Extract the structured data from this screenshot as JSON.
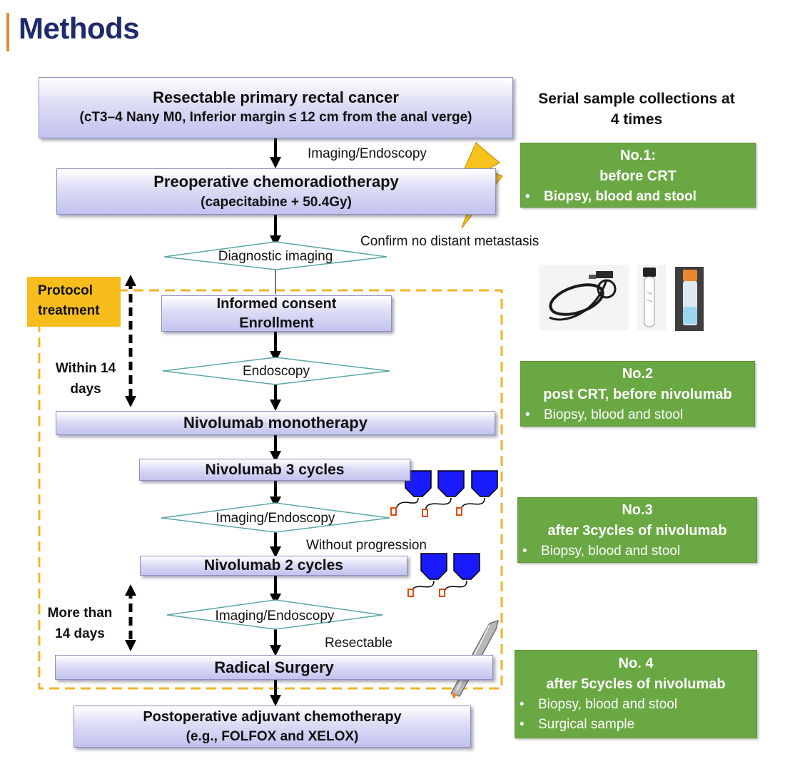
{
  "page": {
    "title": "Methods"
  },
  "flow": {
    "box1": {
      "line1": "Resectable primary rectal cancer",
      "line2": "(cT3–4 Nany M0, Inferior margin ≤ 12 cm from the anal verge)"
    },
    "label_imaging1": "Imaging/Endoscopy",
    "box2": {
      "line1": "Preoperative chemoradiotherapy",
      "line2": "(capecitabine + 50.4Gy)"
    },
    "label_confirm": "Confirm no distant metastasis",
    "diamond1": "Diagnostic imaging",
    "protocol": "Protocol treatment",
    "box3": {
      "line1": "Informed consent",
      "line2": "Enrollment"
    },
    "diamond2": "Endoscopy",
    "within": "Within 14 days",
    "box4": "Nivolumab monotherapy",
    "box5": "Nivolumab 3 cycles",
    "diamond3": "Imaging/Endoscopy",
    "label_without": "Without progression",
    "box6": "Nivolumab 2 cycles",
    "more_than": "More than 14 days",
    "diamond4": "Imaging/Endoscopy",
    "label_resectable": "Resectable",
    "box7": "Radical Surgery",
    "box8": {
      "line1": "Postoperative adjuvant chemotherapy",
      "line2": "(e.g., FOLFOX and XELOX)"
    }
  },
  "samples": {
    "header": "Serial sample collections at 4 times",
    "no1": {
      "title": "No.1:",
      "subtitle": "before CRT",
      "items": [
        "Biopsy, blood and stool"
      ]
    },
    "no2": {
      "title": "No.2",
      "subtitle": "post CRT, before nivolumab",
      "items": [
        "Biopsy, blood and stool"
      ]
    },
    "no3": {
      "title": "No.3",
      "subtitle": "after 3cycles of nivolumab",
      "items": [
        "Biopsy, blood and stool"
      ]
    },
    "no4": {
      "title": "No. 4",
      "subtitle": "after 5cycles of nivolumab",
      "items": [
        "Biopsy, blood and stool",
        "Surgical sample"
      ]
    }
  },
  "colors": {
    "title": "#1f2b6b",
    "accent": "#e6892f",
    "green": "#6aa843",
    "protocol": "#f6bd1d",
    "dashed": "#f0b42a",
    "infusion": "#1a1aff"
  },
  "icons": [
    "lightning-icon",
    "endoscope-icon",
    "blood-tube-icon",
    "stool-tube-icon",
    "infusion-bag-icon",
    "scalpel-icon"
  ]
}
